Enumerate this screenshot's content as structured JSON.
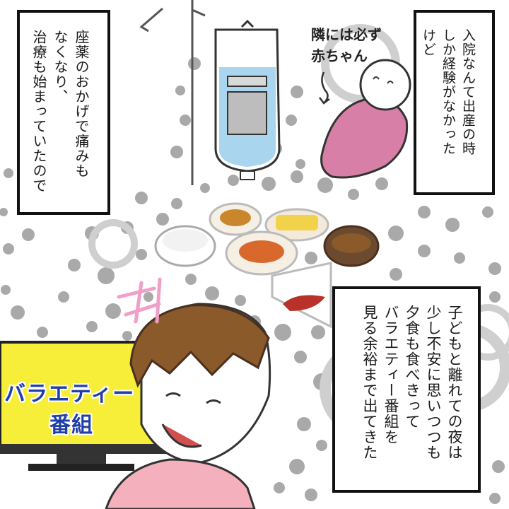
{
  "captions": {
    "left": [
      "座薬のおかげで痛みも",
      "なくなり、",
      "治療も始まっていたので"
    ],
    "right": [
      "入院なんて出産の時",
      "しか経験がなかった",
      "けど"
    ],
    "bottom": [
      "子どもと離れての夜は",
      "少し不安に思いつつも",
      "夕食も食べきって",
      "バラエティー番組を",
      "見る余裕まで出てきた"
    ]
  },
  "annotation": {
    "line1": "隣には必ず",
    "line2": "赤ちゃん"
  },
  "tv": {
    "line1": "バラエティー",
    "line2": "番組",
    "screen_color": "#f7ee3a",
    "text_color": "#1f3fa8"
  },
  "colors": {
    "dots": "#a9a9a9",
    "baby_blanket": "#d77fa6",
    "iv_fluid": "#a9d6ee",
    "shirt": "#f4b0bc",
    "hair": "#8a5a2b"
  }
}
